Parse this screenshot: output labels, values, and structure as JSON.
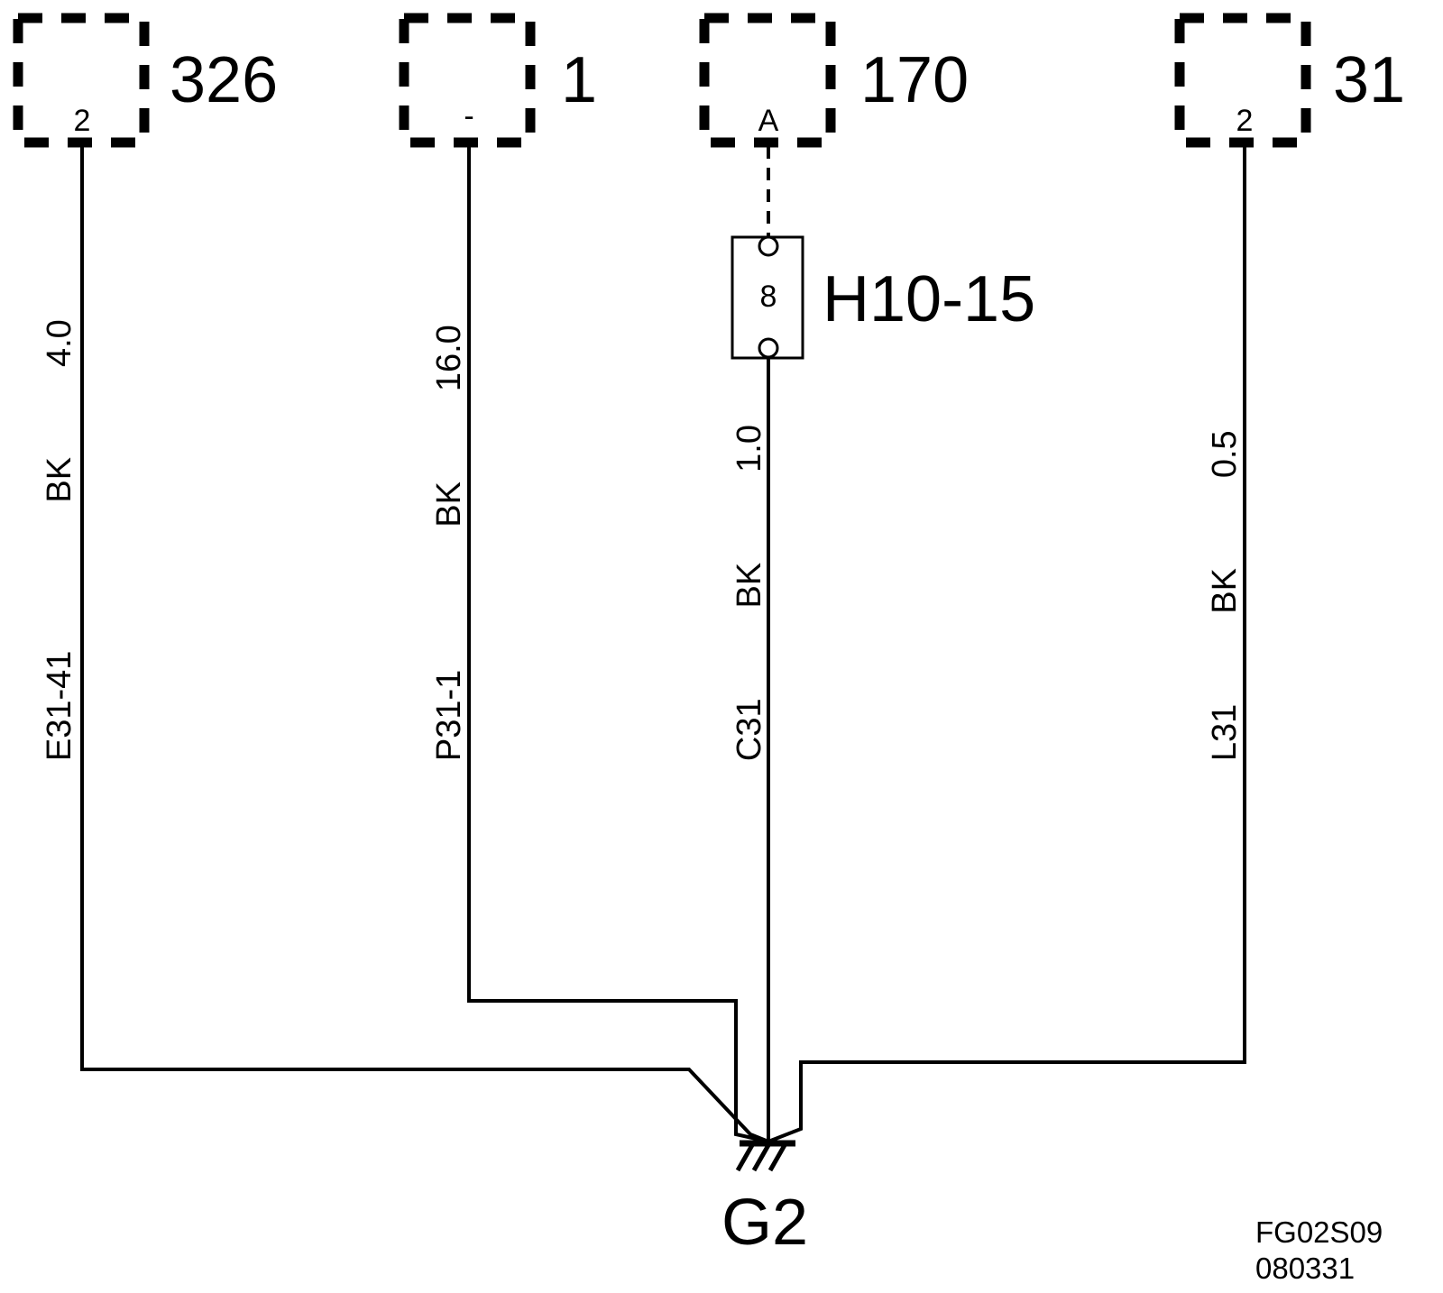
{
  "components": [
    {
      "number": "326",
      "pin": "2"
    },
    {
      "number": "1",
      "pin": "-"
    },
    {
      "number": "170",
      "pin": "A"
    },
    {
      "number": "31",
      "pin": "2"
    }
  ],
  "splice": {
    "name": "H10-15",
    "pin": "8"
  },
  "wires": [
    {
      "id": "E31-41",
      "color": "BK",
      "size": "4.0"
    },
    {
      "id": "P31-1",
      "color": "BK",
      "size": "16.0"
    },
    {
      "id": "C31",
      "color": "BK",
      "size": "1.0"
    },
    {
      "id": "L31",
      "color": "BK",
      "size": "0.5"
    }
  ],
  "ground": {
    "name": "G2"
  },
  "figure": {
    "code": "FG02S09",
    "date": "080331"
  },
  "colors": {
    "line": "#000000",
    "background": "#ffffff"
  },
  "icons": {
    "ground": "ground-symbol-icon",
    "splice_terminal": "terminal-circle-icon"
  }
}
